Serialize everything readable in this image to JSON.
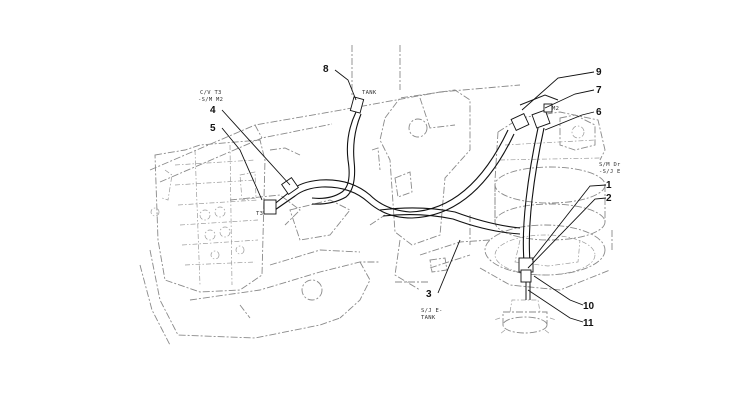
{
  "callouts": {
    "c1": "1",
    "c2": "2",
    "c3": "3",
    "c4": "4",
    "c5": "5",
    "c6": "6",
    "c7": "7",
    "c8": "8",
    "c9": "9",
    "c10": "10",
    "c11": "11"
  },
  "notes": {
    "tank_top": "TANK",
    "cv_line1": "C/V T3",
    "cv_line2": "-S/M M2",
    "t3": "T3",
    "sm_line1": "S/M Dr",
    "sm_line2": "-S/J E",
    "sj_line1": "S/J E-",
    "sj_line2": "TANK",
    "m2": "M2"
  }
}
